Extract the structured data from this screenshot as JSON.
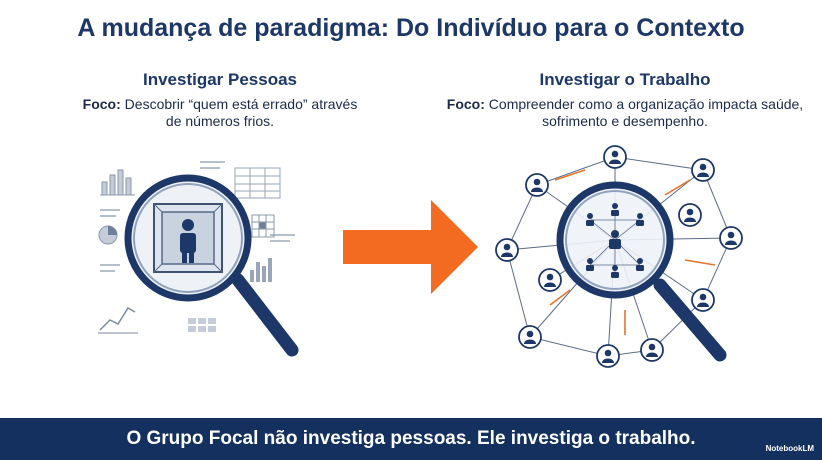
{
  "title": "A mudança de paradigma: Do Indivíduo para o Contexto",
  "left": {
    "heading": "Investigar Pessoas",
    "focus_label": "Foco:",
    "focus_text": "Descobrir “quem está errado” através de números frios."
  },
  "right": {
    "heading": "Investigar o Trabalho",
    "focus_label": "Foco:",
    "focus_text": "Compreender como a organização impacta saúde, sofrimento e desempenho."
  },
  "footer": {
    "text": "O Grupo Focal não investiga pessoas. Ele investiga o trabalho.",
    "brand": "NotebookLM"
  },
  "colors": {
    "navy": "#1c3768",
    "footer_bg": "#13305f",
    "arrow": "#f26b21",
    "accent_orange": "#e8732a"
  },
  "icons": [
    "magnifying-glass-icon",
    "person-icon",
    "arrow-right-icon",
    "network-icon",
    "bar-chart-icon",
    "line-chart-icon",
    "pie-chart-icon",
    "table-icon"
  ]
}
